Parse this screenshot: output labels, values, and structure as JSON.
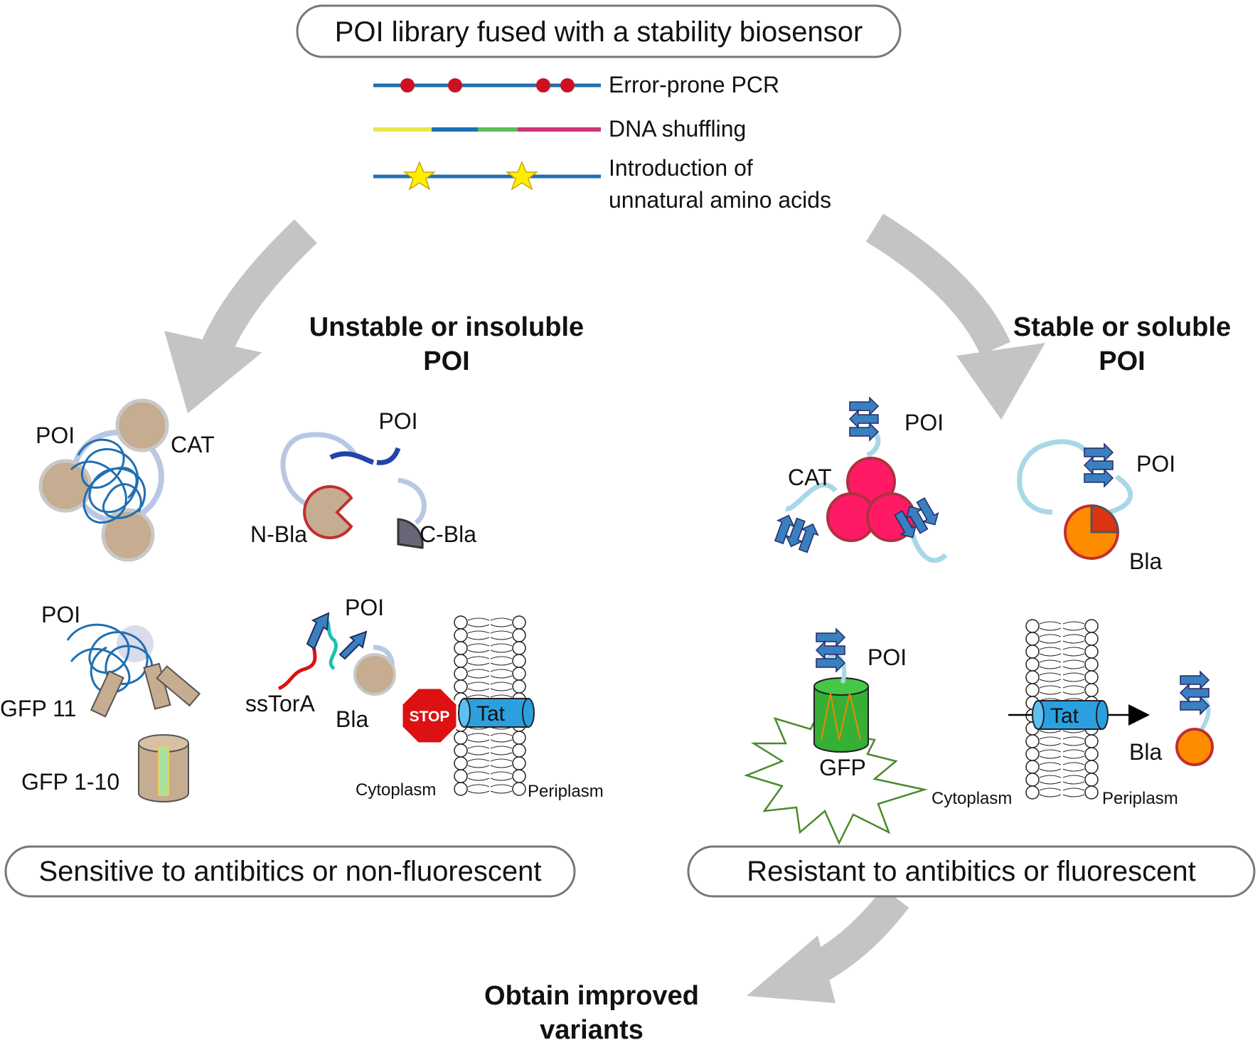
{
  "header": {
    "library_title": "POI library fused with a stability biosensor"
  },
  "methods": [
    {
      "id": "error-prone",
      "label": "Error-prone PCR"
    },
    {
      "id": "shuffling",
      "label": "DNA shuffling"
    },
    {
      "id": "unnatural",
      "label_line1": "Introduction of",
      "label_line2": "unnatural amino acids"
    }
  ],
  "left_panel": {
    "heading_line1": "Unstable or insoluble",
    "heading_line2": "POI",
    "cat_poi": "POI",
    "cat_label": "CAT",
    "split_poi": "POI",
    "n_bla": "N-Bla",
    "c_bla": "C-Bla",
    "gfp_poi": "POI",
    "gfp11": "GFP 11",
    "gfp110": "GFP 1-10",
    "tat_poi": "POI",
    "sstora": "ssTorA",
    "bla": "Bla",
    "stop": "STOP",
    "tat": "Tat",
    "cytoplasm": "Cytoplasm",
    "periplasm": "Periplasm",
    "result": "Sensitive to antibitics or non-fluorescent"
  },
  "right_panel": {
    "heading_line1": "Stable or soluble",
    "heading_line2": "POI",
    "cat_poi": "POI",
    "cat_label": "CAT",
    "bla_poi": "POI",
    "bla_label": "Bla",
    "gfp_poi": "POI",
    "gfp_label": "GFP",
    "tat": "Tat",
    "bla": "Bla",
    "cytoplasm": "Cytoplasm",
    "periplasm": "Periplasm",
    "result": "Resistant to antibitics or fluorescent"
  },
  "footer": {
    "line1": "Obtain improved",
    "line2": "variants"
  },
  "colors": {
    "dna_blue": "#1f6fb2",
    "mutation_red": "#cc1122",
    "star_yellow": "#ffee00",
    "arrow_gray": "#c4c4c4",
    "tan": "#c6ac90",
    "pink": "#ff1a66",
    "orange": "#ff8c00",
    "cyan": "#2ba0e0",
    "gfp_green": "#35b035"
  }
}
